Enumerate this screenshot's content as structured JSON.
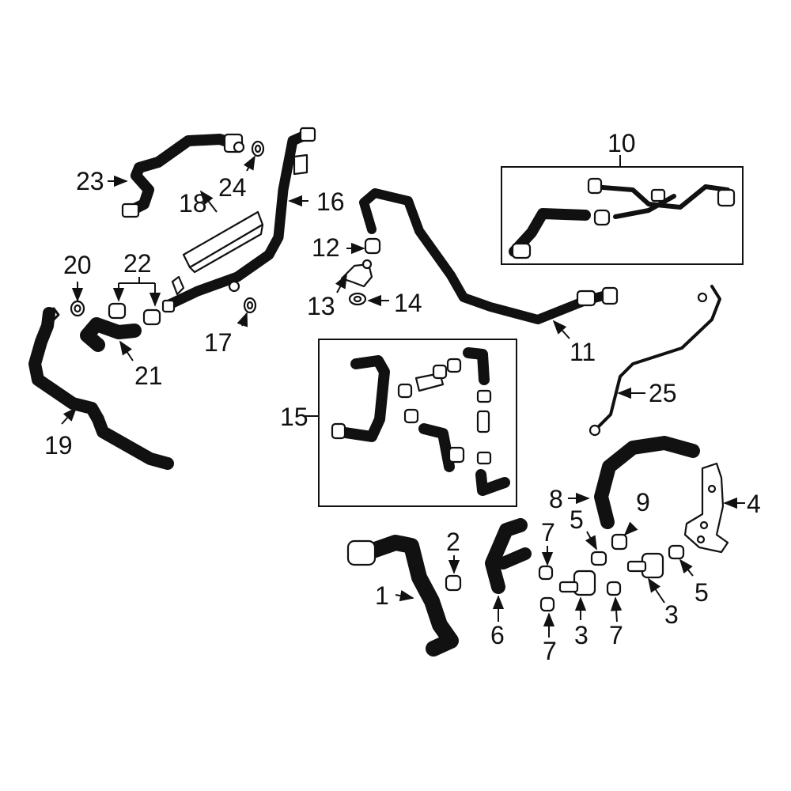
{
  "diagram": {
    "highlight_color": "#2947b8",
    "highlighted_part": "19",
    "callouts": {
      "c1": "1",
      "c2": "2",
      "c3a": "3",
      "c3b": "3",
      "c4": "4",
      "c5a": "5",
      "c5b": "5",
      "c6": "6",
      "c7a": "7",
      "c7b": "7",
      "c7c": "7",
      "c8": "8",
      "c9": "9",
      "c10": "10",
      "c11": "11",
      "c12": "12",
      "c13": "13",
      "c14": "14",
      "c15": "15",
      "c16": "16",
      "c17": "17",
      "c18": "18",
      "c19": "19",
      "c20": "20",
      "c21": "21",
      "c22": "22",
      "c23": "23",
      "c24": "24",
      "c25": "25"
    }
  }
}
